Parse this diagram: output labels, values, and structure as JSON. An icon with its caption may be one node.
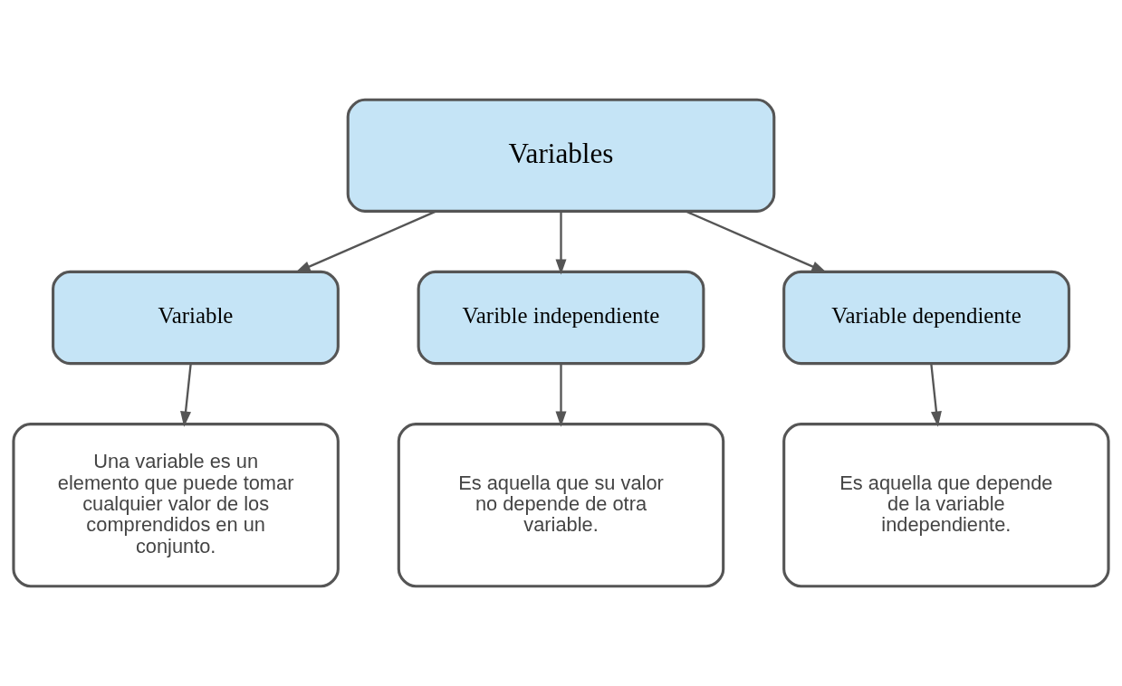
{
  "diagram": {
    "nodes": [
      {
        "text": [
          "Variables"
        ]
      },
      {
        "text": [
          "Variable"
        ]
      },
      {
        "text": [
          "Varible independiente"
        ]
      },
      {
        "text": [
          "Variable dependiente"
        ]
      },
      {
        "text": [
          "Una variable es un elemento que puede tomar cualquier valor de los comprendidos en un conjunto."
        ]
      },
      {
        "text": [
          "Es aquella que su valor no depende de otra variable."
        ]
      },
      {
        "text": [
          "Es aquella que depende de la variable independiente."
        ]
      }
    ],
    "edges": [
      {
        "from": 0,
        "to": 1,
        "arrow": "to"
      },
      {
        "from": 0,
        "to": 2,
        "arrow": "to"
      },
      {
        "from": 0,
        "to": 3,
        "arrow": "to"
      },
      {
        "from": 1,
        "to": 4,
        "arrow": "to"
      },
      {
        "from": 2,
        "to": 5,
        "arrow": "to"
      },
      {
        "from": 3,
        "to": 6,
        "arrow": "to"
      }
    ]
  }
}
